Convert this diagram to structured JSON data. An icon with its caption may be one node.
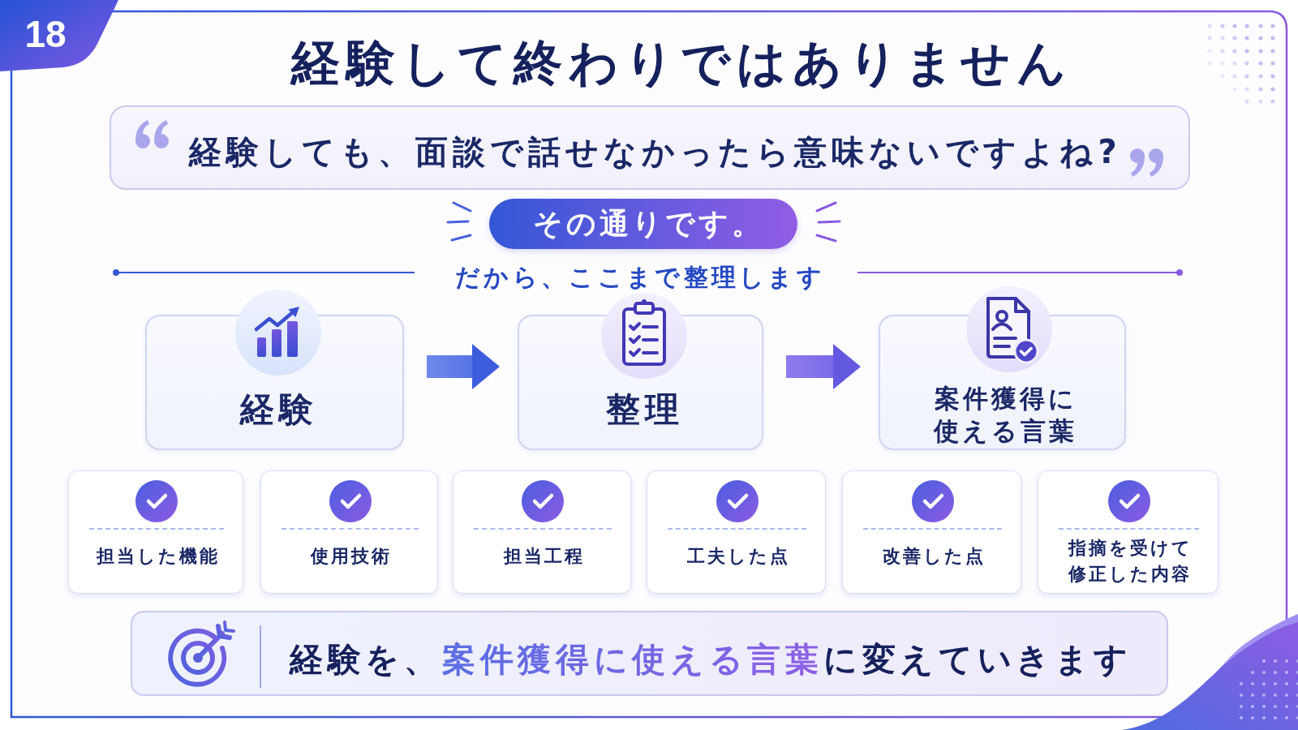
{
  "diagram": {
    "title": "経験して終わりではありません",
    "nodes": [
      {
        "text": [
          "18"
        ]
      },
      {
        "text": [
          "経験しても、面談で話せなかったら意味ないですよね?"
        ]
      },
      {
        "text": [
          "その通りです。"
        ]
      },
      {
        "text": [
          "経験"
        ]
      },
      {
        "text": [
          "整理"
        ]
      },
      {
        "text": [
          "案件獲得に使える言葉"
        ]
      },
      {
        "text": [
          "担当した機能"
        ]
      },
      {
        "text": [
          "使用技術"
        ]
      },
      {
        "text": [
          "担当工程"
        ]
      },
      {
        "text": [
          "工夫した点"
        ]
      },
      {
        "text": [
          "改善した点"
        ]
      },
      {
        "text": [
          "指摘を受けて修正した内容"
        ]
      },
      {
        "text": [
          "経験を、**案件獲得に使える言葉**に変えていきます"
        ]
      }
    ],
    "edges": [
      {
        "from": 3,
        "to": 4,
        "arrow": "to"
      },
      {
        "from": 4,
        "to": 5,
        "arrow": "to"
      }
    ],
    "labels": [
      "だから、ここまで整理します"
    ]
  }
}
